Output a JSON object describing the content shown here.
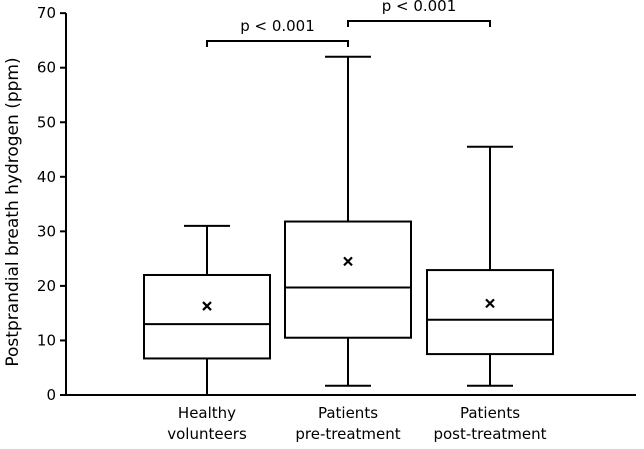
{
  "chart_data": {
    "type": "box",
    "ylabel": "Postprandial breath hydrogen (ppm)",
    "ylim": [
      0,
      70
    ],
    "yticks": [
      0,
      10,
      20,
      30,
      40,
      50,
      60,
      70
    ],
    "grid": false,
    "legend": "none",
    "boxes": [
      {
        "label_lines": [
          "Healthy",
          "volunteers"
        ],
        "min": 0,
        "q1": 6.7,
        "median": 13,
        "q3": 22,
        "max": 31,
        "mean": 16.3
      },
      {
        "label_lines": [
          "Patients",
          "pre-treatment"
        ],
        "min": 1.7,
        "q1": 10.5,
        "median": 19.7,
        "q3": 31.8,
        "max": 62,
        "mean": 24.5
      },
      {
        "label_lines": [
          "Patients",
          "post-treatment"
        ],
        "min": 1.7,
        "q1": 7.5,
        "median": 13.8,
        "q3": 22.9,
        "max": 45.5,
        "mean": 16.8
      }
    ],
    "significance": [
      {
        "from": 0,
        "to": 1,
        "label": "p < 0.001"
      },
      {
        "from": 1,
        "to": 2,
        "label": "p < 0.001"
      }
    ]
  }
}
